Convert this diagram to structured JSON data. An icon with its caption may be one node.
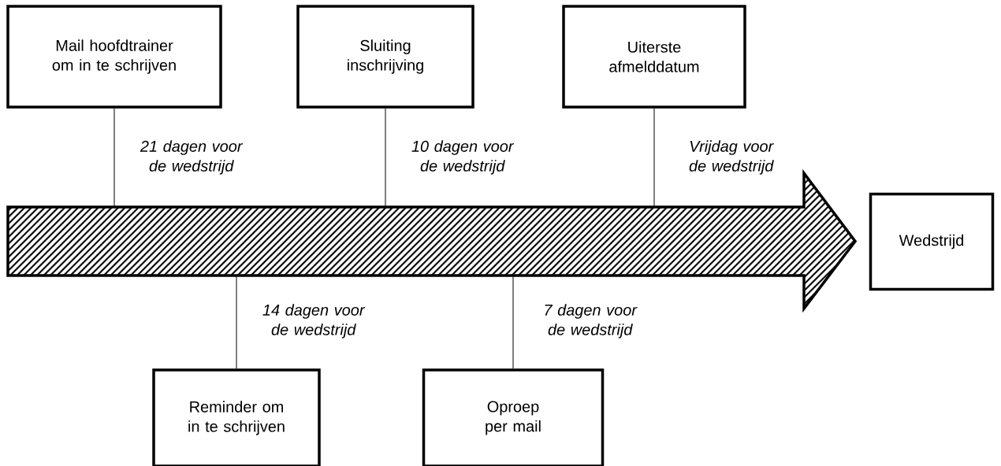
{
  "diagram": {
    "nodes": [
      {
        "text": [
          "Mail hoofdtrainer om in te schrijven"
        ]
      },
      {
        "text": [
          "Sluiting inschrijving"
        ]
      },
      {
        "text": [
          "Uiterste afmelddatum"
        ]
      },
      {
        "text": [],
        "shape": "arrow"
      },
      {
        "text": [
          "Wedstrijd"
        ]
      },
      {
        "text": [
          "Reminder om in te schrijven"
        ]
      },
      {
        "text": [
          "Oproep per mail"
        ]
      }
    ],
    "edges": [
      {
        "from": 0,
        "to": 3,
        "arrow": "none",
        "label": "21 dagen voor de wedstrijd"
      },
      {
        "from": 1,
        "to": 3,
        "arrow": "none",
        "label": "10 dagen voor de wedstrijd"
      },
      {
        "from": 2,
        "to": 3,
        "arrow": "none",
        "label": "Vrijdag voor de wedstrijd"
      },
      {
        "from": 5,
        "to": 3,
        "arrow": "none",
        "label": "14 dagen voor de wedstrijd"
      },
      {
        "from": 6,
        "to": 3,
        "arrow": "none",
        "label": "7 dagen voor de wedstrijd"
      }
    ]
  }
}
